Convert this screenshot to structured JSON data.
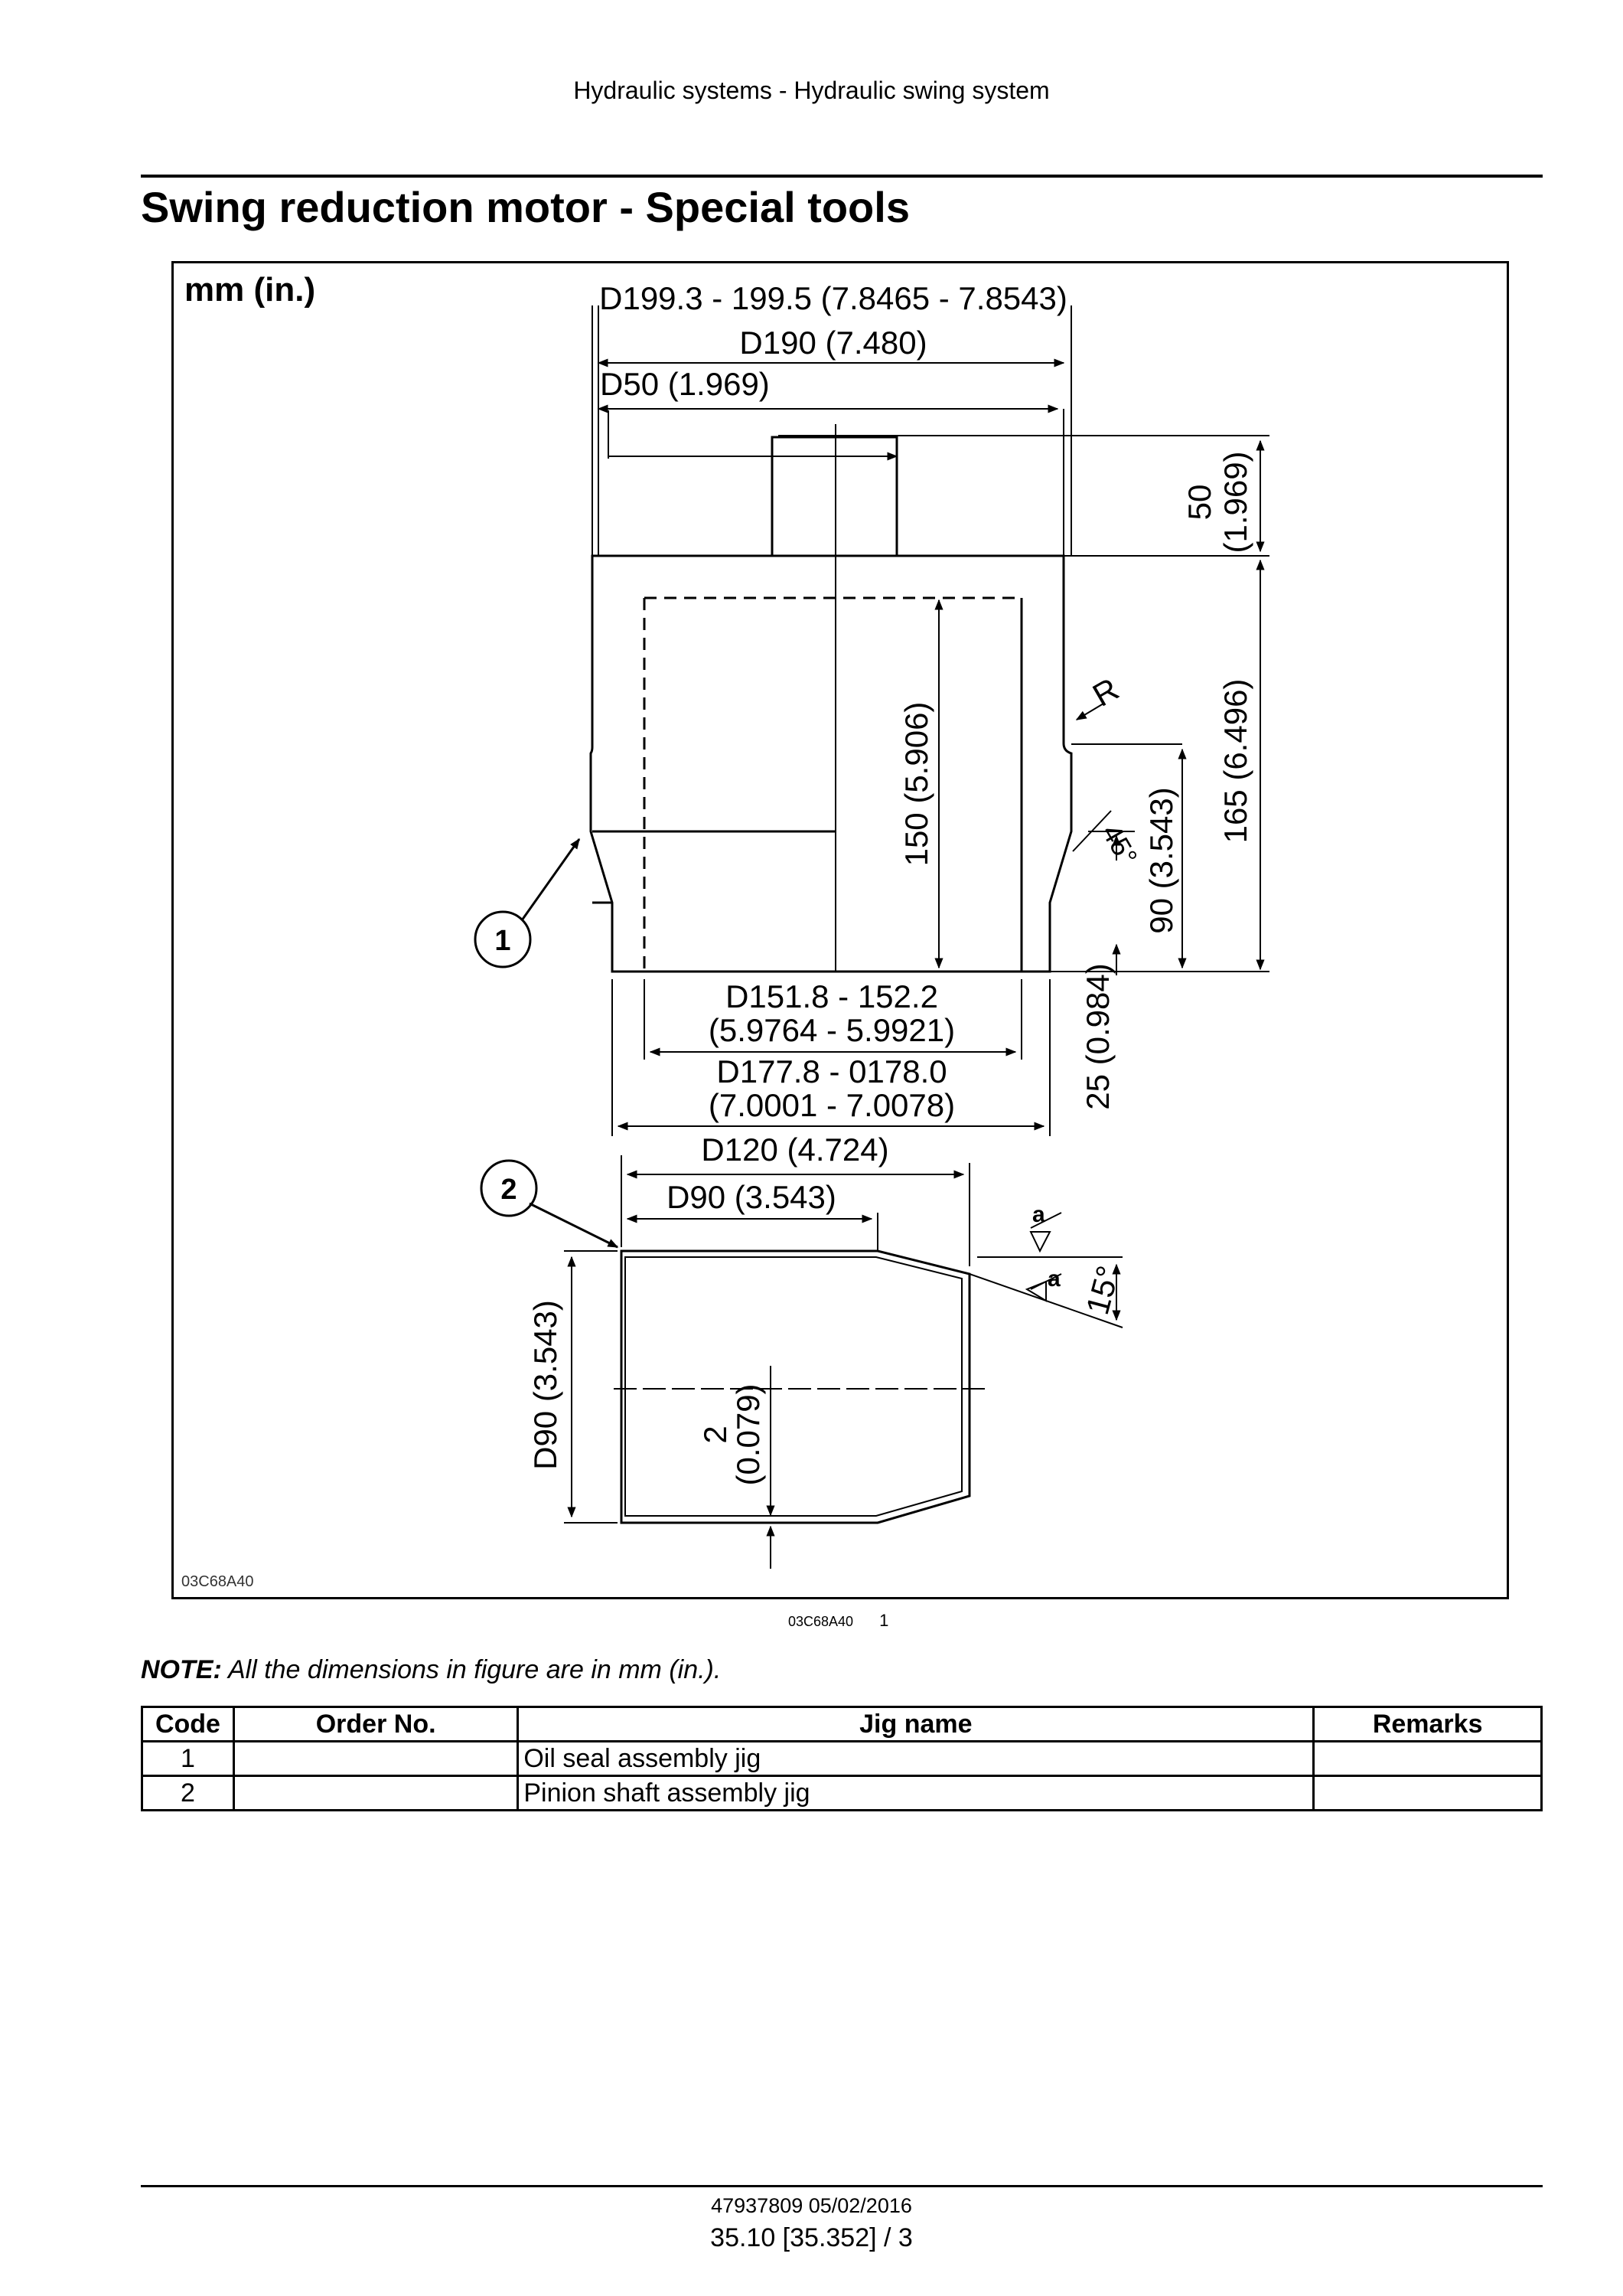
{
  "header": {
    "section": "Hydraulic systems - Hydraulic swing system"
  },
  "title": "Swing reduction motor - Special tools",
  "figure": {
    "units": "mm (in.)",
    "code": "03C68A40",
    "caption_code": "03C68A40",
    "caption_number": "1",
    "callouts": [
      "1",
      "2"
    ],
    "dims": {
      "d199": "D199.3 - 199.5 (7.8465 - 7.8543)",
      "d190": "D190 (7.480)",
      "d50": "D50 (1.969)",
      "h50_mm": "50",
      "h50_in": "(1.969)",
      "h165": "165 (6.496)",
      "h150": "150 (5.906)",
      "h90": "90 (3.543)",
      "radius": "R",
      "angle45": "45°",
      "d151_line1": "D151.8 - 152.2",
      "d151_line2": "(5.9764 - 5.9921)",
      "d177_line1": "D177.8 - 0178.0",
      "d177_line2": "(7.0001 - 7.0078)",
      "h25": "25 (0.984)",
      "d120": "D120 (4.724)",
      "d90_top": "D90 (3.543)",
      "d90_side": "D90 (3.543)",
      "h2_mm": "2",
      "h2_in": "(0.079)",
      "angle15": "15°",
      "weld_a": "a"
    }
  },
  "note": {
    "label": "NOTE:",
    "text": "All the dimensions in figure are in mm (in.)."
  },
  "table": {
    "headers": [
      "Code",
      "Order No.",
      "Jig name",
      "Remarks"
    ],
    "rows": [
      {
        "code": "1",
        "order": "",
        "name": "Oil seal assembly jig",
        "remarks": ""
      },
      {
        "code": "2",
        "order": "",
        "name": "Pinion shaft assembly jig",
        "remarks": ""
      }
    ]
  },
  "footer": {
    "doc": "47937809 05/02/2016",
    "page": "35.10 [35.352] / 3"
  }
}
